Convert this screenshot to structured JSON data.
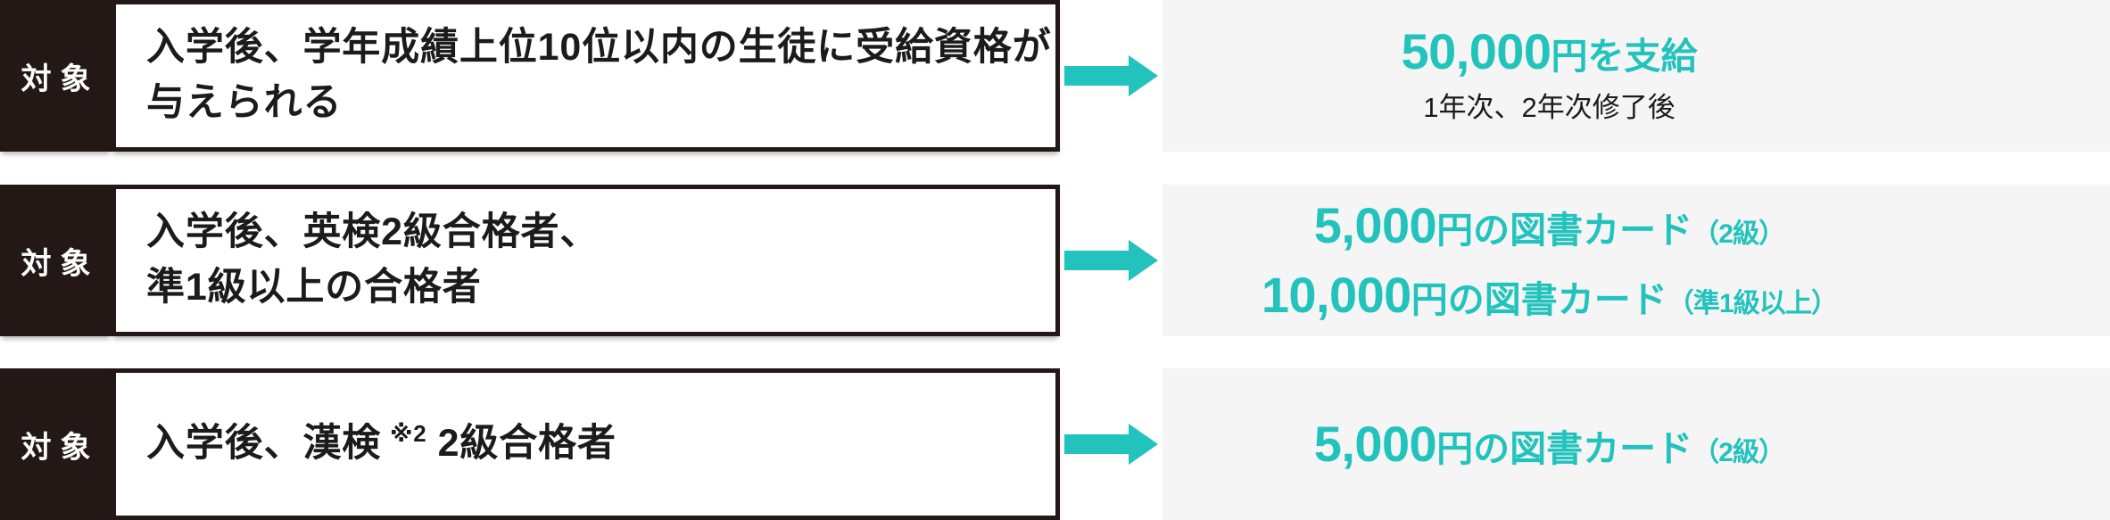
{
  "colors": {
    "dark": "#231815",
    "teal": "#23c3bd",
    "panel_gray": "#f5f5f6",
    "text_black": "#1b1b1b"
  },
  "rows": [
    {
      "label": "対象",
      "condition_line1": "入学後、学年成績上位10位以内の生徒に受給資格が",
      "condition_line2": "与えられる",
      "results": [
        {
          "amount": "50,000",
          "unit": "円を支給"
        }
      ],
      "subtext": "1年次、2年次修了後"
    },
    {
      "label": "対象",
      "condition_line1": "入学後、英検2級合格者、",
      "condition_line2": "準1級以上の合格者",
      "results": [
        {
          "amount": "5,000",
          "unit": "円の図書カード",
          "note": "（2級）"
        },
        {
          "amount": "10,000",
          "unit": "円の図書カード",
          "note": "（準1級以上）"
        }
      ]
    },
    {
      "label": "対象",
      "condition_prefix": "入学後、漢検",
      "condition_marker": "※2",
      "condition_suffix": "2級合格者",
      "results": [
        {
          "amount": "5,000",
          "unit": "円の図書カード",
          "note": "（2級）"
        }
      ]
    }
  ]
}
